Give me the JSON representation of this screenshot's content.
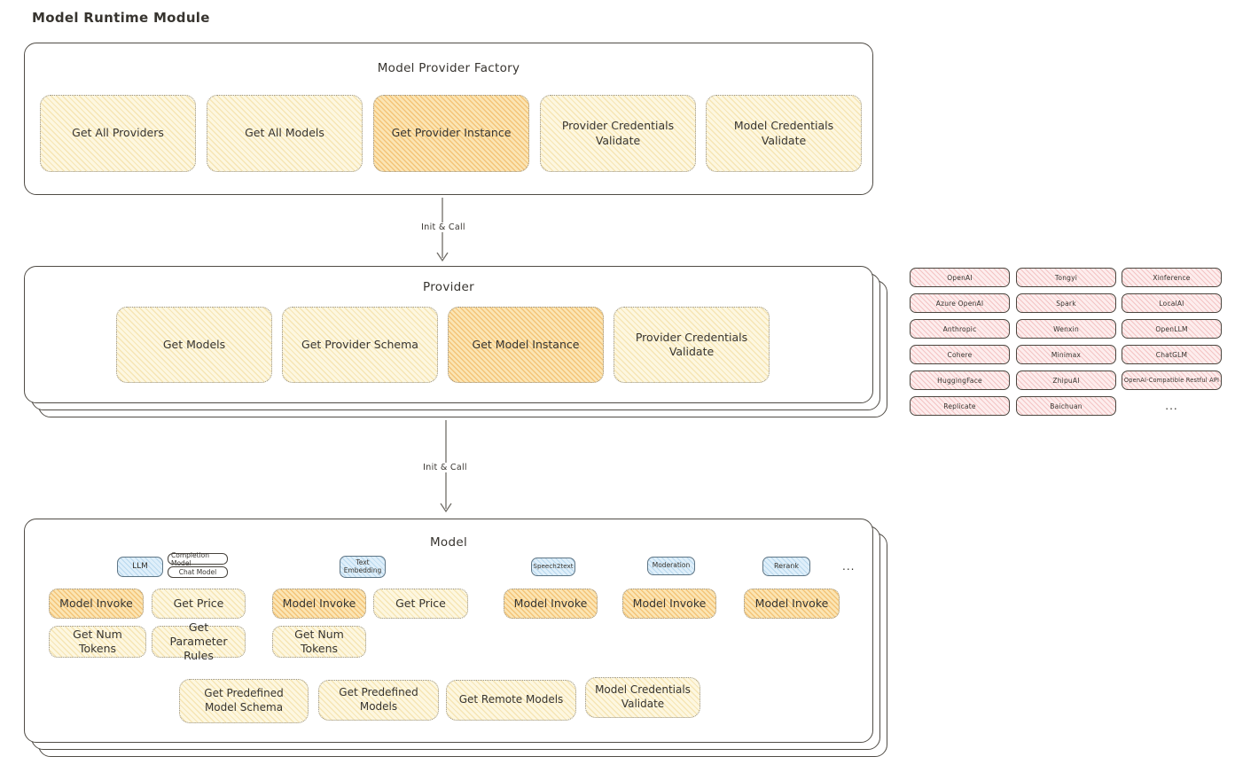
{
  "title": "Model Runtime Module",
  "colors": {
    "yellow_fill": "#FDF7E0",
    "yellow_hatch": "#F6E5B4",
    "orange_fill": "#FBE5B4",
    "orange_hatch": "#F4C478",
    "pink_fill": "#FDEDED",
    "pink_hatch": "#F3C4C4",
    "blue_fill": "#DFEFFA",
    "blue_hatch": "#B8D8EE",
    "ink": "#37342F",
    "line": "#6F6C66",
    "line_strong": "#504C46",
    "dotted": "#969288"
  },
  "factory": {
    "title": "Model Provider Factory",
    "buttons": [
      {
        "label": "Get All Providers",
        "variant": "yellow"
      },
      {
        "label": "Get All Models",
        "variant": "yellow"
      },
      {
        "label": "Get Provider Instance",
        "variant": "orange"
      },
      {
        "label": "Provider Credentials Validate",
        "variant": "yellow"
      },
      {
        "label": "Model Credentials Validate",
        "variant": "yellow"
      }
    ]
  },
  "arrows": [
    {
      "label": "Init & Call"
    },
    {
      "label": "Init & Call"
    }
  ],
  "provider": {
    "title": "Provider",
    "buttons": [
      {
        "label": "Get Models",
        "variant": "yellow"
      },
      {
        "label": "Get Provider Schema",
        "variant": "yellow"
      },
      {
        "label": "Get Model Instance",
        "variant": "orange"
      },
      {
        "label": "Provider Credentials Validate",
        "variant": "yellow"
      }
    ]
  },
  "providers_list": {
    "columns": [
      [
        "OpenAI",
        "Azure OpenAI",
        "Anthropic",
        "Cohere",
        "HuggingFace",
        "Replicate"
      ],
      [
        "Tongyi",
        "Spark",
        "Wenxin",
        "Minimax",
        "ZhipuAI",
        "Baichuan"
      ],
      [
        "Xinference",
        "LocalAI",
        "OpenLLM",
        "ChatGLM",
        "OpenAI-Compatible Restful API"
      ]
    ],
    "more": "..."
  },
  "model": {
    "title": "Model",
    "tags": [
      {
        "label": "LLM"
      },
      {
        "label": "Completion Model"
      },
      {
        "label": "Chat Model"
      },
      {
        "label": "Text Embedding"
      },
      {
        "label": "Speech2text"
      },
      {
        "label": "Moderation"
      },
      {
        "label": "Rerank"
      }
    ],
    "tags_more": "...",
    "functions": [
      {
        "label": "Model Invoke",
        "variant": "orange"
      },
      {
        "label": "Get Price",
        "variant": "yellow"
      },
      {
        "label": "Model Invoke",
        "variant": "orange"
      },
      {
        "label": "Get Price",
        "variant": "yellow"
      },
      {
        "label": "Model Invoke",
        "variant": "orange"
      },
      {
        "label": "Model Invoke",
        "variant": "orange"
      },
      {
        "label": "Model Invoke",
        "variant": "orange"
      },
      {
        "label": "Get Num Tokens",
        "variant": "yellow"
      },
      {
        "label": "Get Parameter Rules",
        "variant": "yellow"
      },
      {
        "label": "Get Num Tokens",
        "variant": "yellow"
      }
    ],
    "bottom_functions": [
      {
        "label": "Get Predefined Model Schema"
      },
      {
        "label": "Get Predefined Models"
      },
      {
        "label": "Get Remote Models"
      },
      {
        "label": "Model Credentials Validate"
      }
    ]
  }
}
